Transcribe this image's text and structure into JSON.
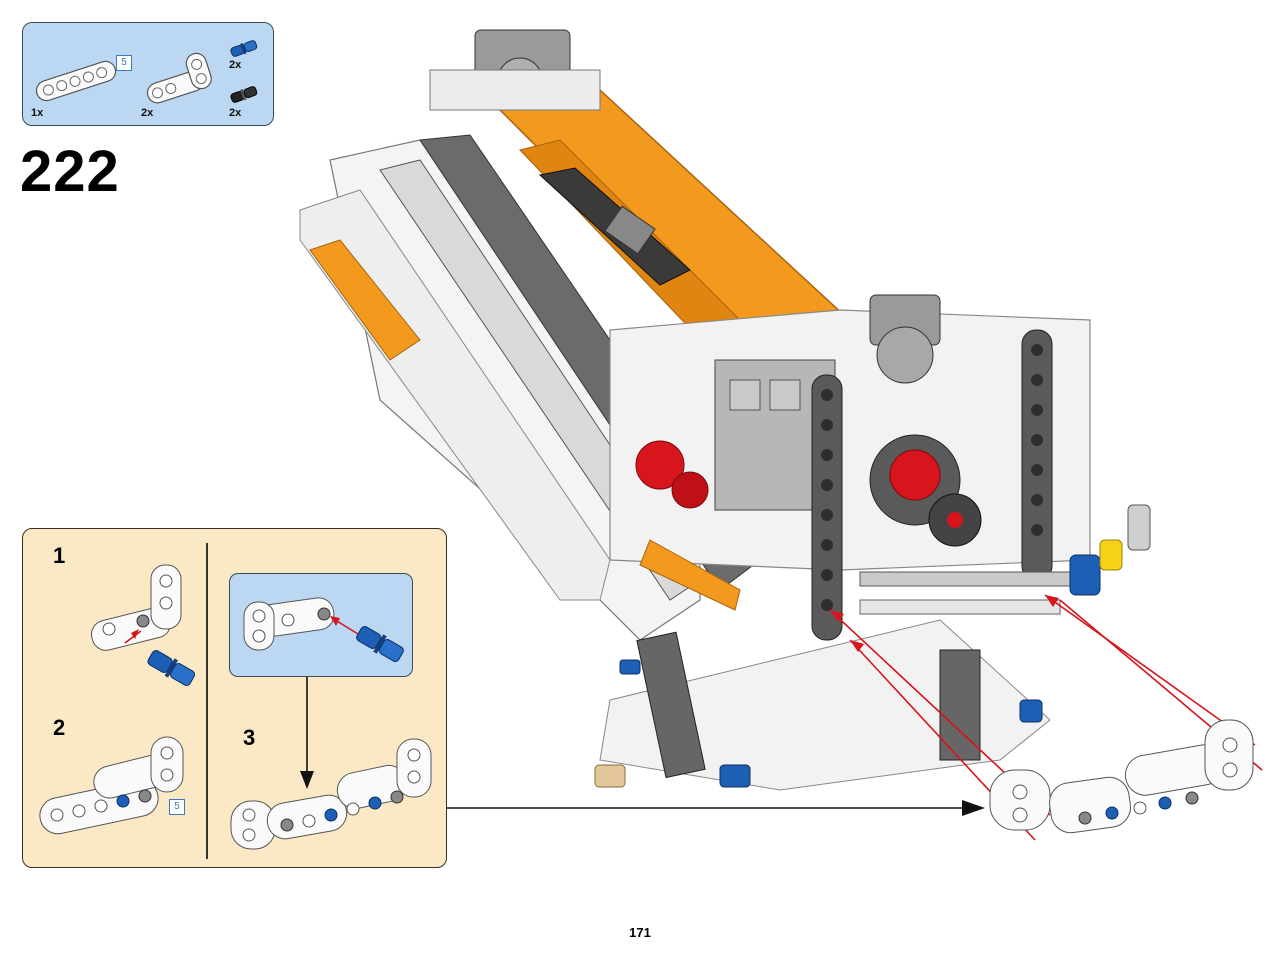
{
  "step": {
    "number": "222"
  },
  "parts_list": [
    {
      "quantity": "1x",
      "length_tag": "5",
      "part": "white-beam-5"
    },
    {
      "quantity": "2x",
      "part": "white-l-beam"
    },
    {
      "quantity": "2x",
      "part": "blue-pin"
    },
    {
      "quantity": "2x",
      "part": "black-pin"
    }
  ],
  "subassembly": {
    "steps": [
      {
        "number": "1"
      },
      {
        "number": "2",
        "length_tag": "5"
      },
      {
        "number": "3"
      }
    ]
  },
  "page": {
    "number": "171"
  },
  "colors": {
    "parts_bg": "#bcd7f2",
    "sub_bg": "#fbe8c4",
    "technic_orange": "#f39a1e",
    "technic_red": "#d8141c",
    "technic_blue": "#1d5fb5"
  }
}
